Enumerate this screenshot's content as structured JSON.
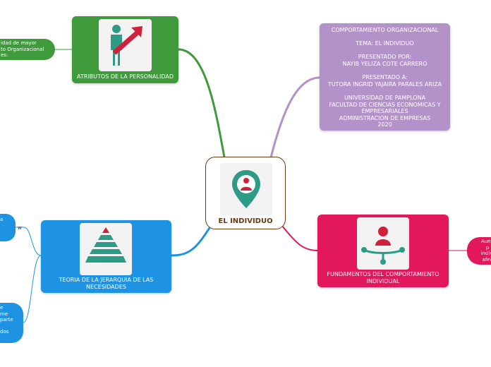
{
  "center": {
    "title": "EL INDIVIDUO",
    "icon": "location-pin-person-icon"
  },
  "info_node": {
    "text": "COMPORTAMIENTO ORGANIZACIONAL\n\nTEMA: EL INDIVIDUO\n\nPRESENTADO POR:\nNAYIB YELIZA COTE CARRERO\n\nPRESENTADO A:\nTUTORA INGRID YAJAIRA PARALES ARIZA\n\nUNIVERSIDAD DE PAMPLONA\nFACULTAD DE CIENCIAS ECONOMICAS Y\nEMPRESARIALES\nADMINISTRACION DE EMPRESAS\n2020",
    "color": "#b391c9"
  },
  "personality_node": {
    "label": "ATRIBUTOS DE LA PERSONALIDAD",
    "icon": "person-growth-arrow-icon",
    "color": "#3f9a3c"
  },
  "needs_node": {
    "label": "TEORIA DE LA JERARQUIA DE LAS NECESIDADES",
    "icon": "pyramid-icon",
    "color": "#1f93e3"
  },
  "behavior_node": {
    "label": "FUNDAMENTOS DEL COMPORTAMIENTO INDIVIDUAL",
    "icon": "person-network-icon",
    "color": "#e2175c"
  },
  "personality_child": {
    "text": "idad de mayor\nto Organizacional\nes:",
    "color": "#3f9a3c"
  },
  "needs_child_1": {
    "text": "a",
    "connector": "w",
    "color": "#1f93e3"
  },
  "needs_child_2": {
    "text": "e\nme\nparte\n\ndos",
    "color": "#1f93e3"
  },
  "behavior_child": {
    "text": "Aunq\np\nindivi\nafec",
    "color": "#e2175c"
  },
  "link_colors": {
    "green": "#3f9a3c",
    "purple": "#b391c9",
    "blue": "#1f93e3",
    "pink": "#e2175c"
  }
}
